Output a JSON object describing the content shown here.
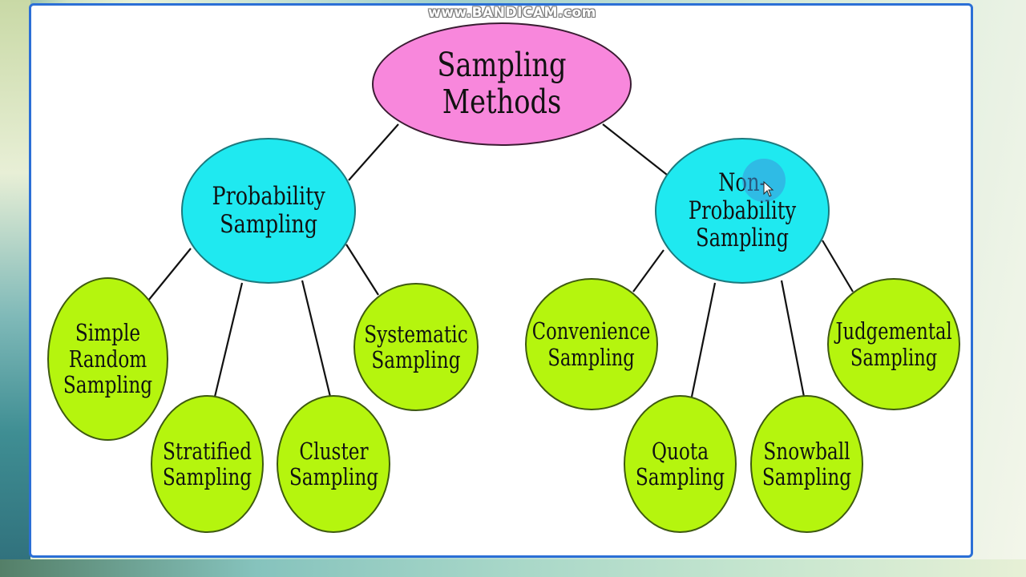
{
  "watermark": "www.BANDICAM.com",
  "colors": {
    "root_fill": "#f887dc",
    "category_fill": "#1fe9f0",
    "method_fill": "#b5f50e",
    "slide_border": "#2b6fd6",
    "connector": "#111111"
  },
  "diagram": {
    "root": {
      "label": "Sampling Methods"
    },
    "categories": [
      {
        "label": "Probability\nSampling",
        "children": [
          {
            "label": "Simple\nRandom\nSampling"
          },
          {
            "label": "Stratified\nSampling"
          },
          {
            "label": "Cluster\nSampling"
          },
          {
            "label": "Systematic\nSampling"
          }
        ]
      },
      {
        "label": "Non-Probability\nSampling",
        "children": [
          {
            "label": "Convenience\nSampling"
          },
          {
            "label": "Quota\nSampling"
          },
          {
            "label": "Snowball\nSampling"
          },
          {
            "label": "Judgemental\nSampling"
          }
        ]
      }
    ]
  }
}
